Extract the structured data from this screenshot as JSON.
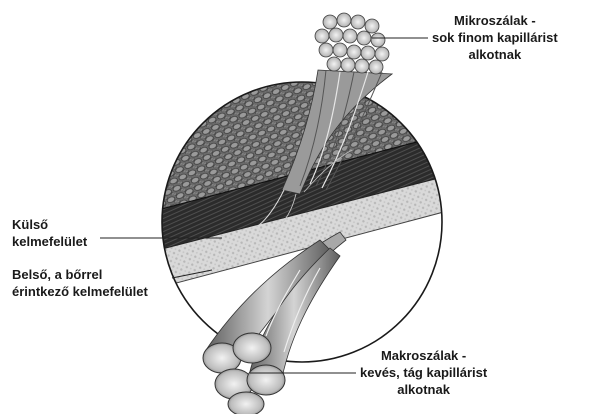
{
  "labels": {
    "micro": [
      "Mikroszálak -",
      "sok finom kapillárist",
      "alkotnak"
    ],
    "outer": [
      "Külső",
      "kelmefelület"
    ],
    "inner": [
      "Belső, a bőrrel",
      "érintkező kelmefelület"
    ],
    "macro": [
      "Makroszálak -",
      "kevés, tág kapillárist",
      "alkotnak"
    ]
  }
}
